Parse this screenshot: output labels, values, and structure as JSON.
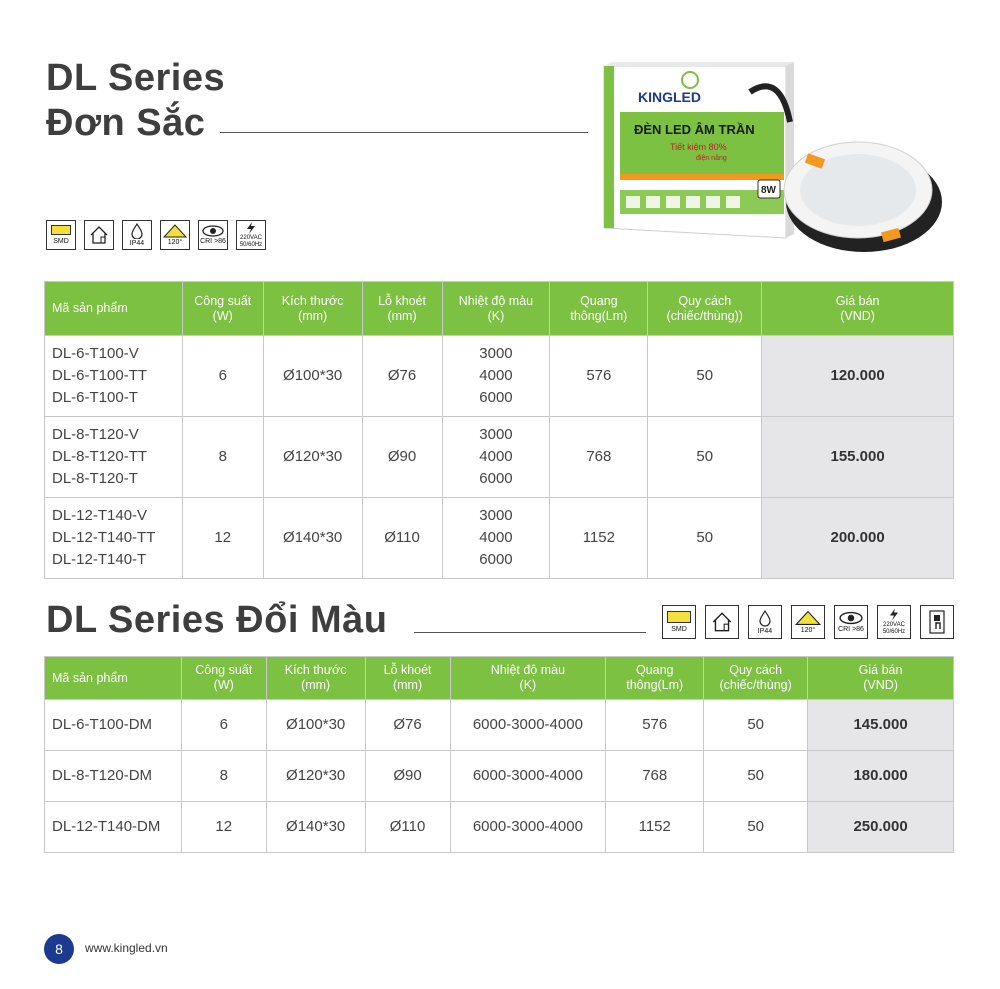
{
  "section1": {
    "title_line1": "DL Series",
    "title_line2": "Đơn Sắc",
    "icons": [
      "SMD",
      "home-icon",
      "IP44",
      "120°",
      "CRI >86",
      "220VAC 50/60Hz"
    ]
  },
  "product_image": {
    "brand": "KINGLED",
    "box_title": "ĐÈN LED ÂM TRẦN",
    "box_subtitle": "Tiết kiệm 80%",
    "box_subtitle2": "điện năng",
    "wattage": "8W"
  },
  "table1": {
    "headers": [
      "Mã sản phẩm",
      "Công suất\n(W)",
      "Kích thước\n(mm)",
      "Lỗ khoét\n(mm)",
      "Nhiệt độ màu\n(K)",
      "Quang\nthông(Lm)",
      "Quy cách\n(chiếc/thùng))",
      "Giá bán\n(VND)"
    ],
    "rows": [
      {
        "codes": [
          "DL-6-T100-V",
          "DL-6-T100-TT",
          "DL-6-T100-T"
        ],
        "power": "6",
        "size": "Ø100*30",
        "hole": "Ø76",
        "temps": [
          "3000",
          "4000",
          "6000"
        ],
        "lumen": "576",
        "pack": "50",
        "price": "120.000"
      },
      {
        "codes": [
          "DL-8-T120-V",
          "DL-8-T120-TT",
          "DL-8-T120-T"
        ],
        "power": "8",
        "size": "Ø120*30",
        "hole": "Ø90",
        "temps": [
          "3000",
          "4000",
          "6000"
        ],
        "lumen": "768",
        "pack": "50",
        "price": "155.000"
      },
      {
        "codes": [
          "DL-12-T140-V",
          "DL-12-T140-TT",
          "DL-12-T140-T"
        ],
        "power": "12",
        "size": "Ø140*30",
        "hole": "Ø110",
        "temps": [
          "3000",
          "4000",
          "6000"
        ],
        "lumen": "1152",
        "pack": "50",
        "price": "200.000"
      }
    ]
  },
  "section2": {
    "title": "DL Series Đổi Màu",
    "icons": [
      "SMD",
      "home-icon",
      "IP44",
      "120°",
      "CRI >86",
      "220VAC 50/60Hz",
      "switch-icon"
    ]
  },
  "table2": {
    "headers": [
      "Mã sản phẩm",
      "Công suất\n(W)",
      "Kích thước\n(mm)",
      "Lỗ khoét\n(mm)",
      "Nhiệt độ màu\n(K)",
      "Quang\nthông(Lm)",
      "Quy cách\n(chiếc/thùng)",
      "Giá bán\n(VND)"
    ],
    "rows": [
      {
        "code": "DL-6-T100-DM",
        "power": "6",
        "size": "Ø100*30",
        "hole": "Ø76",
        "temp": "6000-3000-4000",
        "lumen": "576",
        "pack": "50",
        "price": "145.000"
      },
      {
        "code": "DL-8-T120-DM",
        "power": "8",
        "size": "Ø120*30",
        "hole": "Ø90",
        "temp": "6000-3000-4000",
        "lumen": "768",
        "pack": "50",
        "price": "180.000"
      },
      {
        "code": "DL-12-T140-DM",
        "power": "12",
        "size": "Ø140*30",
        "hole": "Ø110",
        "temp": "6000-3000-4000",
        "lumen": "1152",
        "pack": "50",
        "price": "250.000"
      }
    ]
  },
  "footer": {
    "page": "8",
    "url": "www.kingled.vn"
  },
  "colors": {
    "header_green": "#7cc142",
    "price_bg": "#e6e6e8",
    "page_badge": "#1c3b8f"
  }
}
